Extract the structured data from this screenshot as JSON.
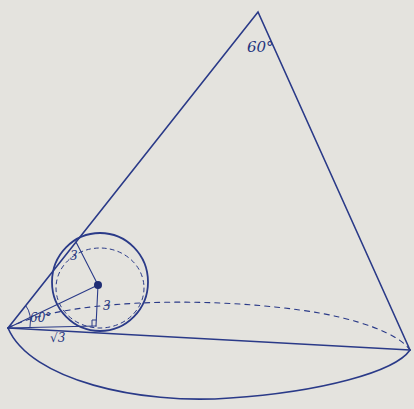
{
  "diagram": {
    "labels": [
      "60°",
      "3",
      "3",
      "60°",
      "√3"
    ]
  }
}
